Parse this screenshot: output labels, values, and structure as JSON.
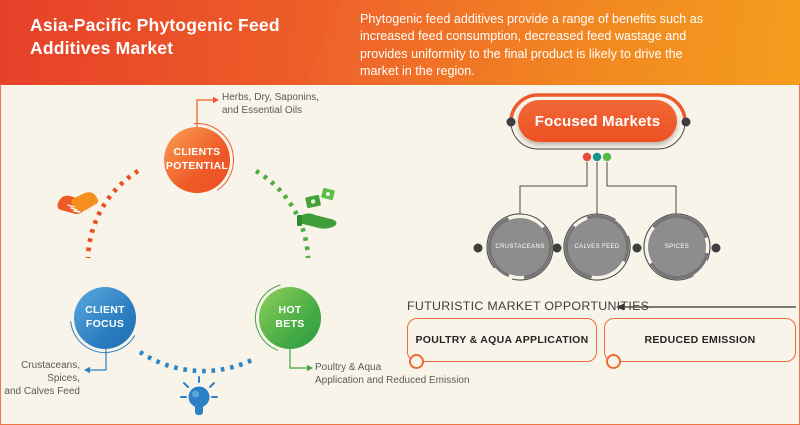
{
  "header": {
    "title": "Asia-Pacific Phytogenic Feed\nAdditives Market",
    "description": "Phytogenic feed additives provide a range of benefits such as\nincreased feed consumption, decreased feed wastage and\nprovides uniformity to the final product is likely to drive the\nmarket in the region."
  },
  "cycle": {
    "nodes": [
      {
        "label": "CLIENTS\nPOTENTIAL",
        "callout": "Herbs, Dry, Saponins,\nand Essential Oils",
        "color": "#ee5a2b"
      },
      {
        "label": "CLIENT\nFOCUS",
        "callout": "Crustaceans,\nSpices,\nand Calves Feed",
        "color": "#2e7fc0"
      },
      {
        "label": "HOT\nBETS",
        "callout": "Poultry & Aqua\nApplication and Reduced Emission",
        "color": "#3fa546"
      }
    ],
    "icons": [
      "handshake-icon",
      "money-hand-icon",
      "lightbulb-icon"
    ]
  },
  "focused_markets": {
    "title": "Focused Markets",
    "items": [
      "CRUSTACEANS",
      "CALVES FEED",
      "SPICES"
    ],
    "dot_colors": [
      "#e64a3c",
      "#13948d",
      "#59b746"
    ]
  },
  "opportunities": {
    "heading": "FUTURISTIC MARKET OPPORTUNITIES",
    "items": [
      "POULTRY & AQUA APPLICATION",
      "REDUCED EMISSION"
    ]
  },
  "colors": {
    "header_gradient_left": "#e7402a",
    "header_gradient_right": "#f6a01f",
    "background": "#f8f4ea",
    "frame_border": "#ef7747",
    "gray_circle": "#8d8d8d",
    "box_border": "#ee6b35"
  }
}
